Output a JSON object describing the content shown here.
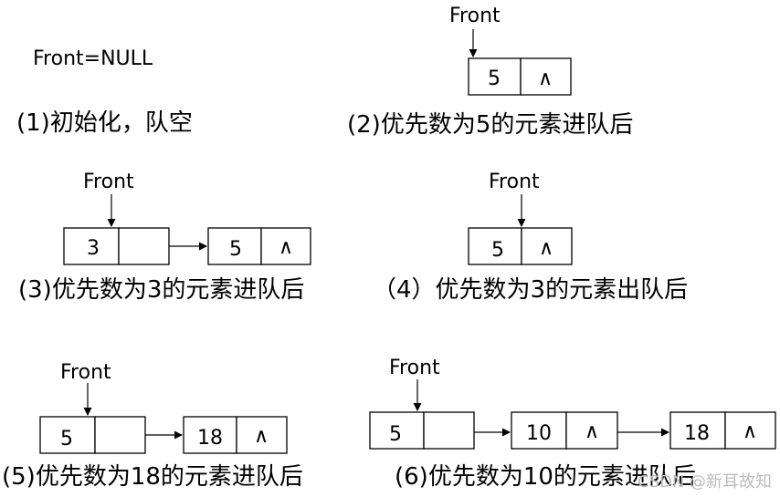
{
  "panels": [
    {
      "id": "p1",
      "front_text": "Front=NULL",
      "caption": "(1)初始化，队空",
      "nodes": []
    },
    {
      "id": "p2",
      "front_text": "Front",
      "caption": "(2)优先数为5的元素进队后",
      "nodes": [
        {
          "value": "5",
          "next": "∧"
        }
      ]
    },
    {
      "id": "p3",
      "front_text": "Front",
      "caption": "(3)优先数为3的元素进队后",
      "nodes": [
        {
          "value": "3",
          "next": ""
        },
        {
          "value": "5",
          "next": "∧"
        }
      ]
    },
    {
      "id": "p4",
      "front_text": "Front",
      "caption": "（4）优先数为3的元素出队后",
      "nodes": [
        {
          "value": "5",
          "next": "∧"
        }
      ]
    },
    {
      "id": "p5",
      "front_text": "Front",
      "caption": "(5)优先数为18的元素进队后",
      "nodes": [
        {
          "value": "5",
          "next": ""
        },
        {
          "value": "18",
          "next": "∧"
        }
      ]
    },
    {
      "id": "p6",
      "front_text": "Front",
      "caption": "(6)优先数为10的元素进队后",
      "nodes": [
        {
          "value": "5",
          "next": ""
        },
        {
          "value": "10",
          "next": "∧"
        },
        {
          "value": "18",
          "next": "∧"
        }
      ]
    }
  ],
  "watermark": "CSDN @新耳故知"
}
